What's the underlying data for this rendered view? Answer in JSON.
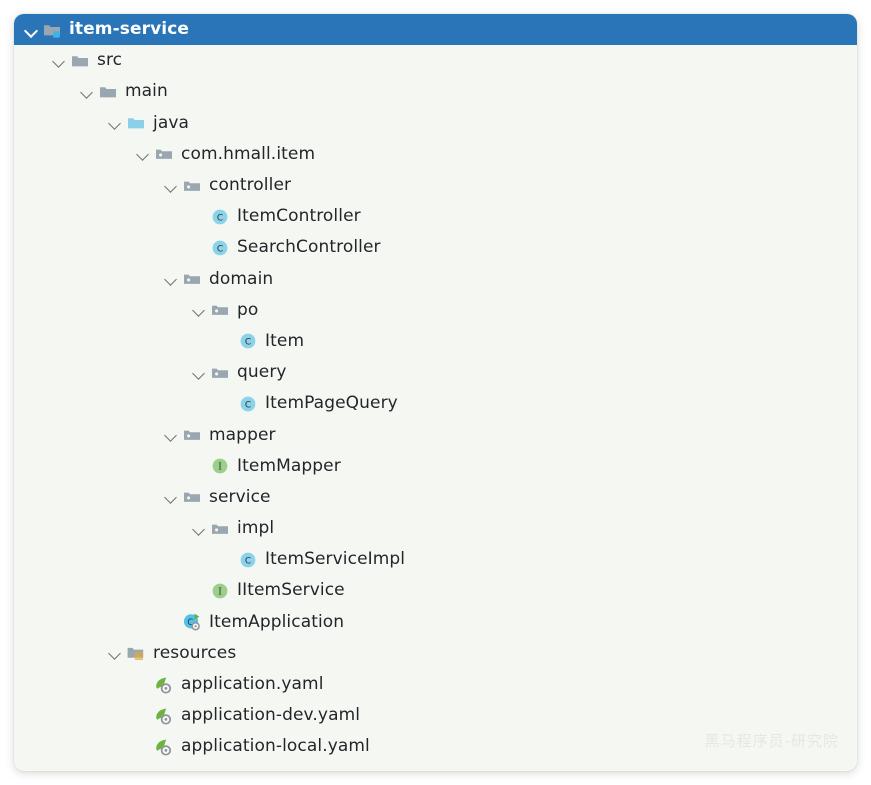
{
  "panel": {
    "type": "project-file-tree",
    "background_color": "#f5f8f2",
    "selection_color": "#2a74b8",
    "text_color": "#22262b"
  },
  "watermark": {
    "text": "黑马程序员-研究院"
  },
  "tree": {
    "row_height": 31.2,
    "indent": 28,
    "items": [
      {
        "label": "item-service",
        "icon": "module-folder-icon",
        "depth": 0,
        "expanded": true,
        "selected": true
      },
      {
        "label": "src",
        "icon": "folder-icon",
        "depth": 1,
        "expanded": true,
        "selected": false
      },
      {
        "label": "main",
        "icon": "folder-icon",
        "depth": 2,
        "expanded": true,
        "selected": false
      },
      {
        "label": "java",
        "icon": "source-root-icon",
        "depth": 3,
        "expanded": true,
        "selected": false
      },
      {
        "label": "com.hmall.item",
        "icon": "package-icon",
        "depth": 4,
        "expanded": true,
        "selected": false
      },
      {
        "label": "controller",
        "icon": "package-icon",
        "depth": 5,
        "expanded": true,
        "selected": false
      },
      {
        "label": "ItemController",
        "icon": "java-class-icon",
        "depth": 6,
        "expanded": null,
        "selected": false
      },
      {
        "label": "SearchController",
        "icon": "java-class-icon",
        "depth": 6,
        "expanded": null,
        "selected": false
      },
      {
        "label": "domain",
        "icon": "package-icon",
        "depth": 5,
        "expanded": true,
        "selected": false
      },
      {
        "label": "po",
        "icon": "package-icon",
        "depth": 6,
        "expanded": true,
        "selected": false
      },
      {
        "label": "Item",
        "icon": "java-class-icon",
        "depth": 7,
        "expanded": null,
        "selected": false
      },
      {
        "label": "query",
        "icon": "package-icon",
        "depth": 6,
        "expanded": true,
        "selected": false
      },
      {
        "label": "ItemPageQuery",
        "icon": "java-class-icon",
        "depth": 7,
        "expanded": null,
        "selected": false
      },
      {
        "label": "mapper",
        "icon": "package-icon",
        "depth": 5,
        "expanded": true,
        "selected": false
      },
      {
        "label": "ItemMapper",
        "icon": "java-interface-icon",
        "depth": 6,
        "expanded": null,
        "selected": false
      },
      {
        "label": "service",
        "icon": "package-icon",
        "depth": 5,
        "expanded": true,
        "selected": false
      },
      {
        "label": "impl",
        "icon": "package-icon",
        "depth": 6,
        "expanded": true,
        "selected": false
      },
      {
        "label": "ItemServiceImpl",
        "icon": "java-class-icon",
        "depth": 7,
        "expanded": null,
        "selected": false
      },
      {
        "label": "IItemService",
        "icon": "java-interface-icon",
        "depth": 6,
        "expanded": null,
        "selected": false
      },
      {
        "label": "ItemApplication",
        "icon": "spring-boot-main-class-icon",
        "depth": 5,
        "expanded": null,
        "selected": false
      },
      {
        "label": "resources",
        "icon": "resources-folder-icon",
        "depth": 3,
        "expanded": true,
        "selected": false
      },
      {
        "label": "application.yaml",
        "icon": "spring-yaml-icon",
        "depth": 4,
        "expanded": null,
        "selected": false
      },
      {
        "label": "application-dev.yaml",
        "icon": "spring-yaml-icon",
        "depth": 4,
        "expanded": null,
        "selected": false
      },
      {
        "label": "application-local.yaml",
        "icon": "spring-yaml-icon",
        "depth": 4,
        "expanded": null,
        "selected": false
      }
    ]
  }
}
